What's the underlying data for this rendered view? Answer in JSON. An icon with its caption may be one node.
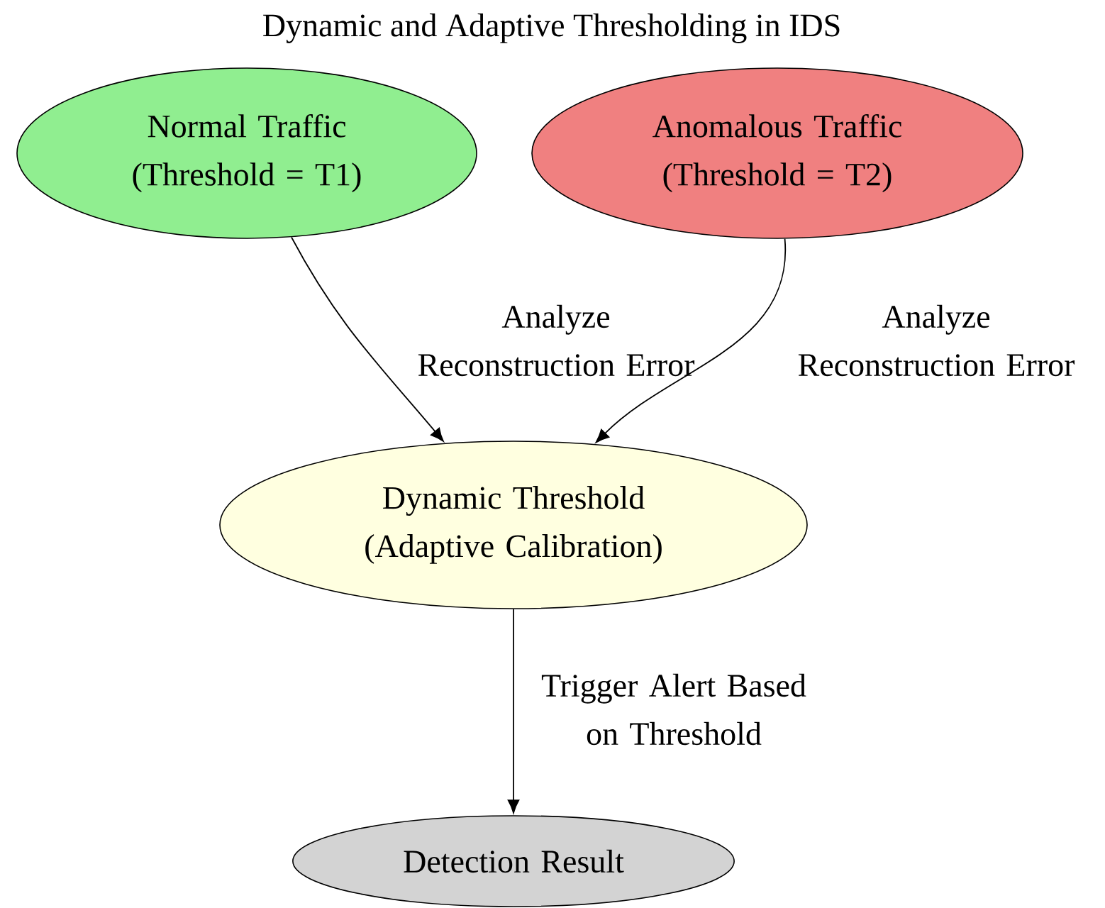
{
  "diagram": {
    "title": "Dynamic and Adaptive Thresholding in IDS",
    "nodes": [
      {
        "text": [
          "Normal Traffic (Threshold = T1)"
        ]
      },
      {
        "text": [
          "Anomalous Traffic (Threshold = T2)"
        ]
      },
      {
        "text": [
          "Dynamic Threshold (Adaptive Calibration)"
        ]
      },
      {
        "text": [
          "Detection Result"
        ]
      }
    ],
    "edges": [
      {
        "from": 0,
        "to": 2,
        "arrow": "to",
        "label": "Analyze Reconstruction Error"
      },
      {
        "from": 1,
        "to": 2,
        "arrow": "to",
        "label": "Analyze Reconstruction Error"
      },
      {
        "from": 2,
        "to": 3,
        "arrow": "to",
        "label": "Trigger Alert Based on Threshold"
      }
    ]
  }
}
